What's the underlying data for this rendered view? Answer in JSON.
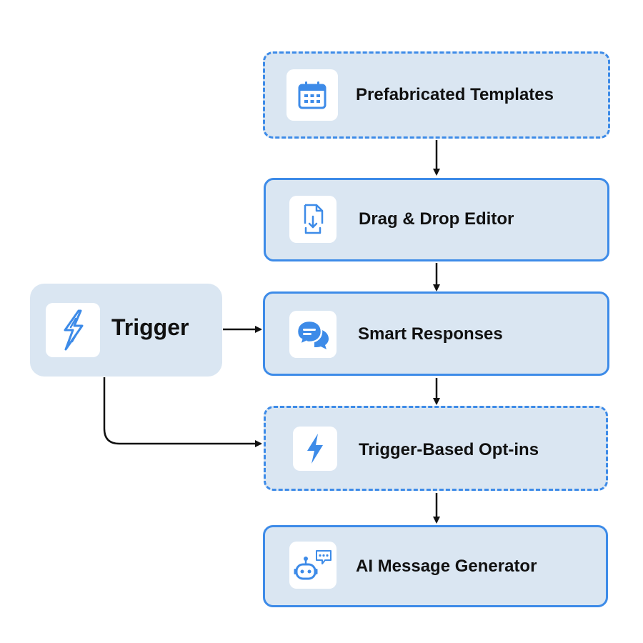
{
  "trigger": {
    "label": "Trigger",
    "icon": "lightning-icon"
  },
  "steps": [
    {
      "label": "Prefabricated Templates",
      "icon": "calendar-icon",
      "border": "dashed"
    },
    {
      "label": "Drag & Drop Editor",
      "icon": "file-download-icon",
      "border": "solid"
    },
    {
      "label": "Smart Responses",
      "icon": "chat-bubbles-icon",
      "border": "solid"
    },
    {
      "label": "Trigger-Based Opt-ins",
      "icon": "bolt-icon",
      "border": "dashed"
    },
    {
      "label": "AI Message Generator",
      "icon": "robot-chat-icon",
      "border": "solid"
    }
  ],
  "colors": {
    "accent": "#3d8be8",
    "node_fill": "#dae6f2",
    "arrow": "#111111"
  }
}
